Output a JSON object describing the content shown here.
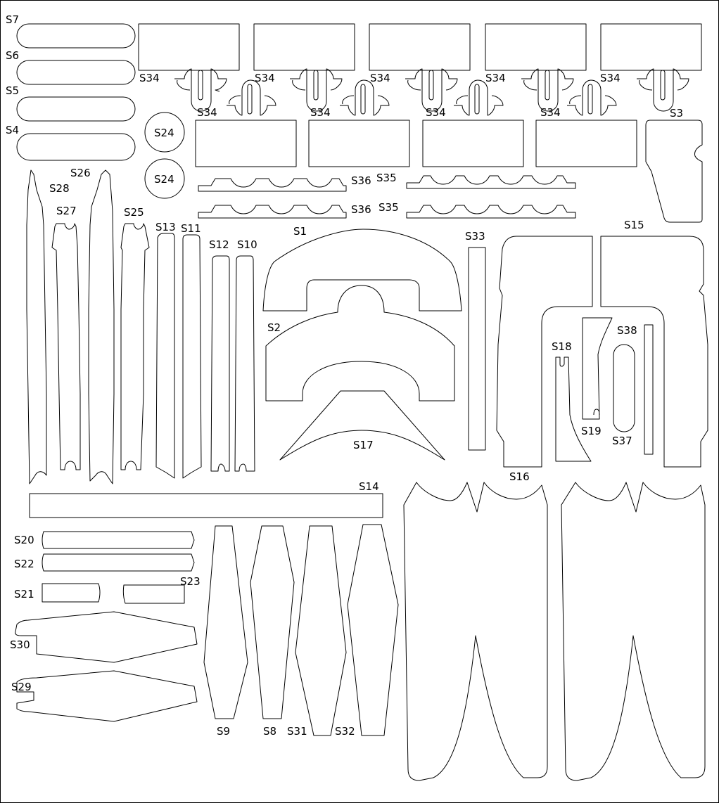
{
  "pattern_sheet": {
    "parts": {
      "s1": "S1",
      "s2": "S2",
      "s3": "S3",
      "s4": "S4",
      "s5": "S5",
      "s6": "S6",
      "s7": "S7",
      "s8": "S8",
      "s9": "S9",
      "s10": "S10",
      "s11": "S11",
      "s12": "S12",
      "s13": "S13",
      "s14": "S14",
      "s15": "S15",
      "s16": "S16",
      "s17": "S17",
      "s18": "S18",
      "s19": "S19",
      "s20": "S20",
      "s21": "S21",
      "s22": "S22",
      "s23": "S23",
      "s24": "S24",
      "s25": "S25",
      "s26": "S26",
      "s27": "S27",
      "s28": "S28",
      "s29": "S29",
      "s30": "S30",
      "s31": "S31",
      "s32": "S32",
      "s33": "S33",
      "s34": "S34",
      "s35": "S35",
      "s36": "S36",
      "s37": "S37",
      "s38": "S38"
    }
  }
}
